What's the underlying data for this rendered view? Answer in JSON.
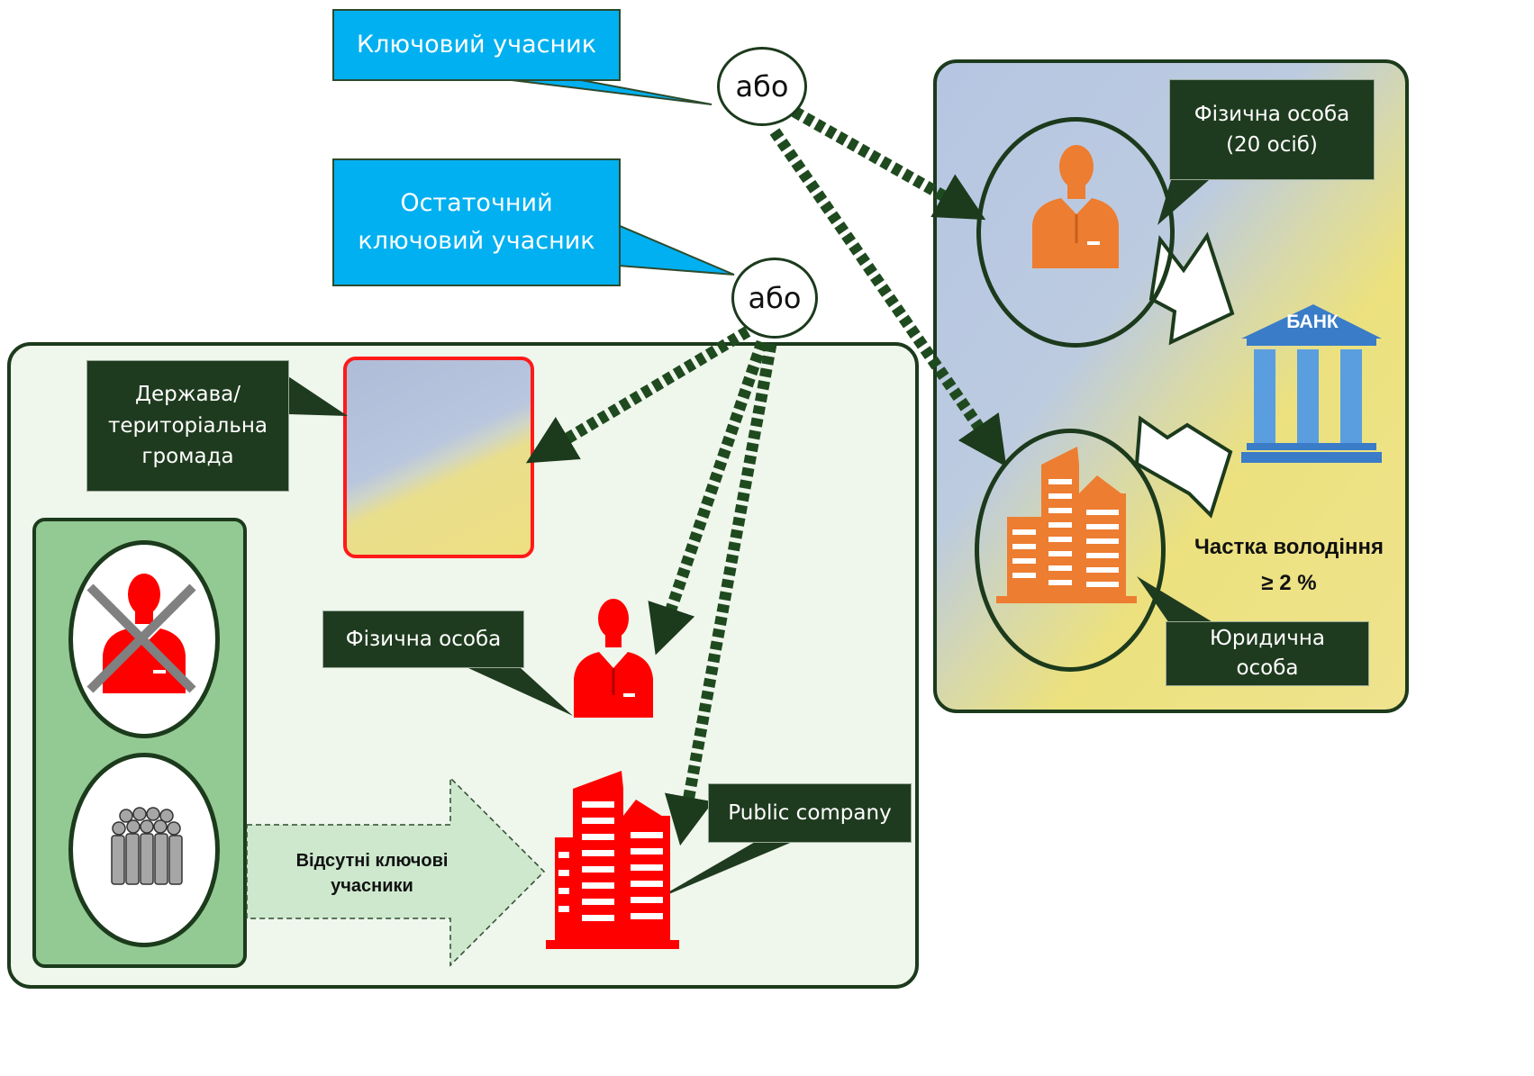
{
  "callouts": {
    "key_participant": "Ключовий учасник",
    "final_key_participant_line1": "Остаточний",
    "final_key_participant_line2": "ключовий учасник",
    "state_line1": "Держава/",
    "state_line2": "територіальна",
    "state_line3": "громада",
    "individual_20_line1": "Фізична особа",
    "individual_20_line2": "(20 осіб)",
    "individual": "Фізична особа",
    "legal_entity_line1": "Юридична",
    "legal_entity_line2": "особа",
    "public_company": "Public company"
  },
  "connectors": {
    "or_top": "або",
    "or_bottom": "або"
  },
  "bank": {
    "label": "БАНК"
  },
  "ownership": {
    "line1": "Частка володіння",
    "line2": "≥ 2 %"
  },
  "absent_arrow": {
    "line1": "Відсутні ключові",
    "line2": "учасники"
  },
  "colors": {
    "callout_blue": "#00b0f0",
    "callout_dark": "#1f3b1f",
    "person_orange": "#ed7d31",
    "person_red": "#ff0000",
    "panel_green": "#93c993",
    "bank_blue": "#4a90d9"
  }
}
